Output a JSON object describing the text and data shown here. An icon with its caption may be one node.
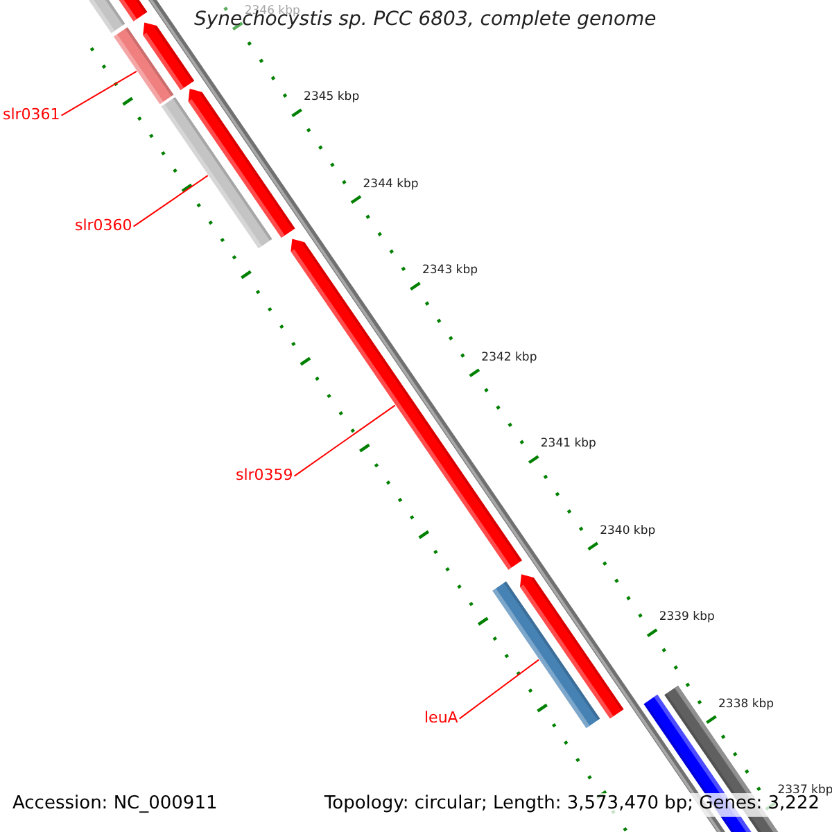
{
  "diagram": {
    "title": "Synechocystis sp. PCC 6803, complete genome",
    "nodes": [
      {
        "text": [
          "slr0361"
        ]
      },
      {
        "text": [],
        "shape": "bar"
      },
      {
        "text": [
          "slr0360"
        ]
      },
      {
        "text": [],
        "shape": "bar"
      },
      {
        "text": [
          "slr0359"
        ]
      },
      {
        "text": [],
        "shape": "bar"
      },
      {
        "text": [
          "leuA"
        ]
      },
      {
        "text": [],
        "shape": "bar"
      }
    ],
    "edges": [
      {
        "from": 0,
        "to": 1,
        "arrow": "none"
      },
      {
        "from": 2,
        "to": 3,
        "arrow": "none"
      },
      {
        "from": 4,
        "to": 5,
        "arrow": "none"
      },
      {
        "from": 6,
        "to": 7,
        "arrow": "none"
      }
    ],
    "labels": [
      "2346 kbp",
      "2345 kbp",
      "2344 kbp",
      "2343 kbp",
      "2342 kbp",
      "2341 kbp",
      "2340 kbp",
      "2339 kbp",
      "2338 kbp",
      "2337 kbp",
      "Accession: NC_000911",
      "Topology: circular; Length: 3,573,470 bp; Genes: 3,222"
    ]
  }
}
